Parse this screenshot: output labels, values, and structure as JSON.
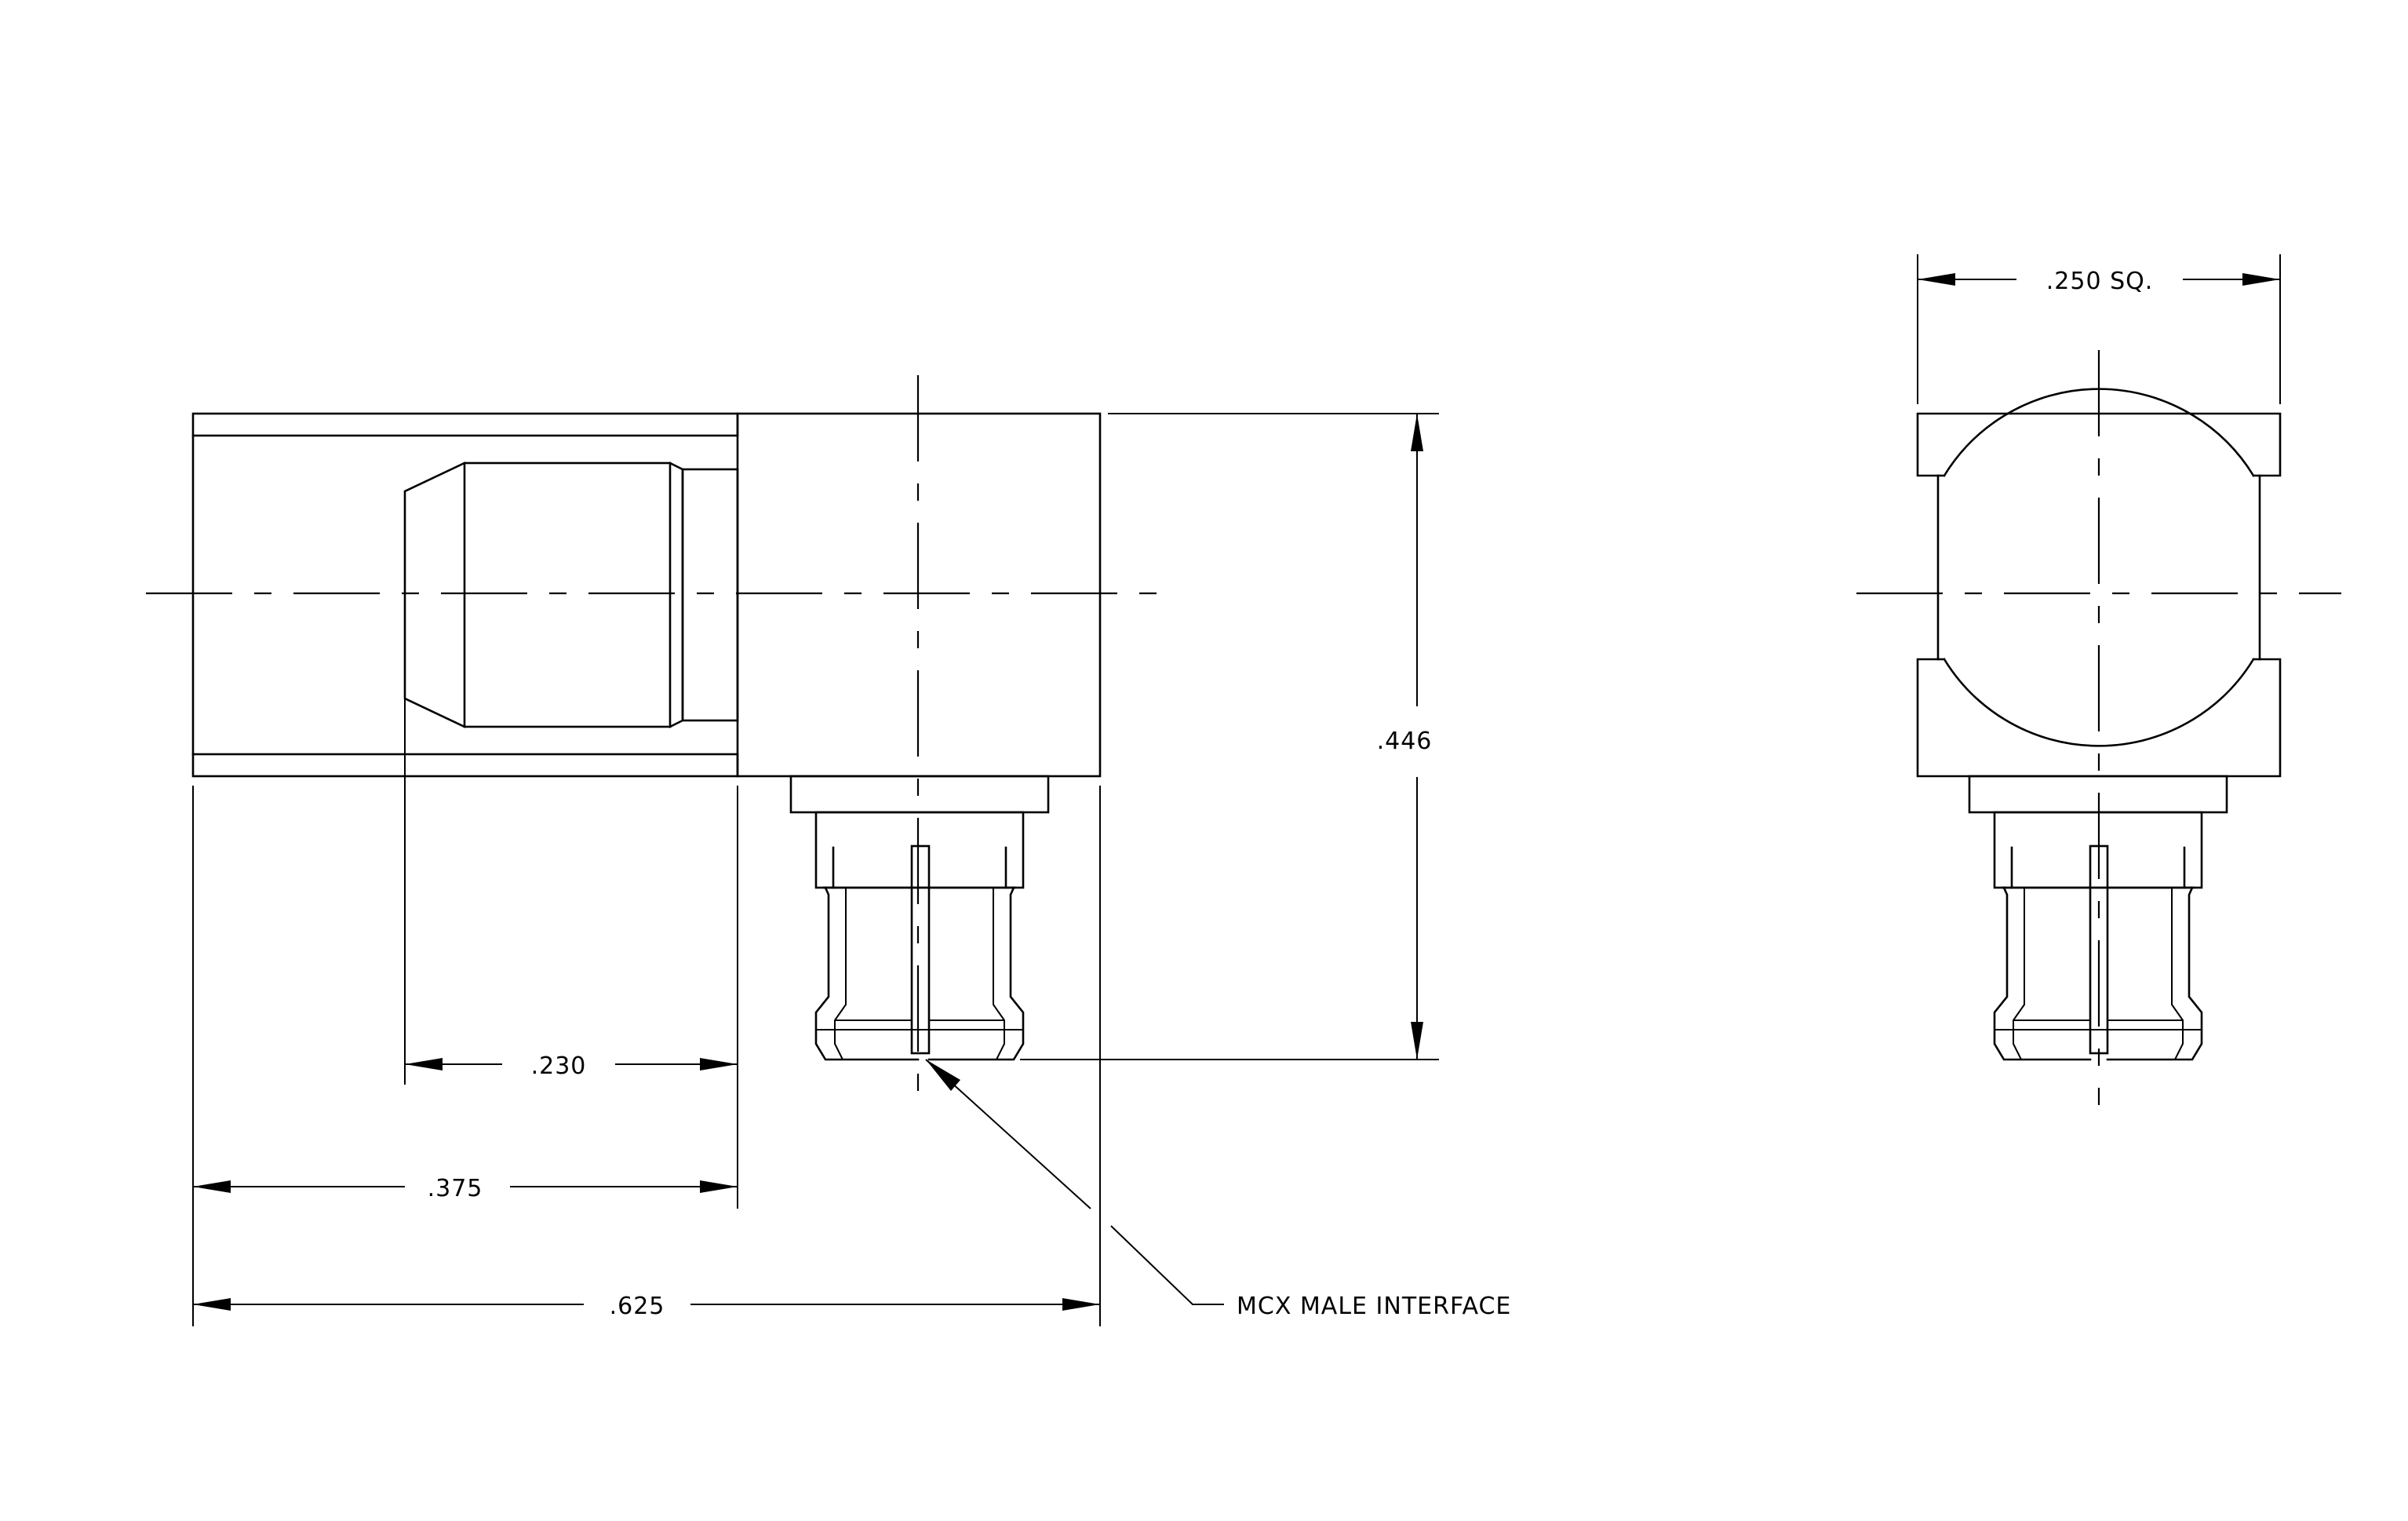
{
  "dimensions": {
    "overall_length": ".625",
    "body_length": ".375",
    "knurl_offset": ".230",
    "height": ".446",
    "square_size": ".250 SQ."
  },
  "callouts": {
    "interface": "MCX MALE INTERFACE"
  },
  "colors": {
    "line": "#000000",
    "background": "#ffffff"
  }
}
